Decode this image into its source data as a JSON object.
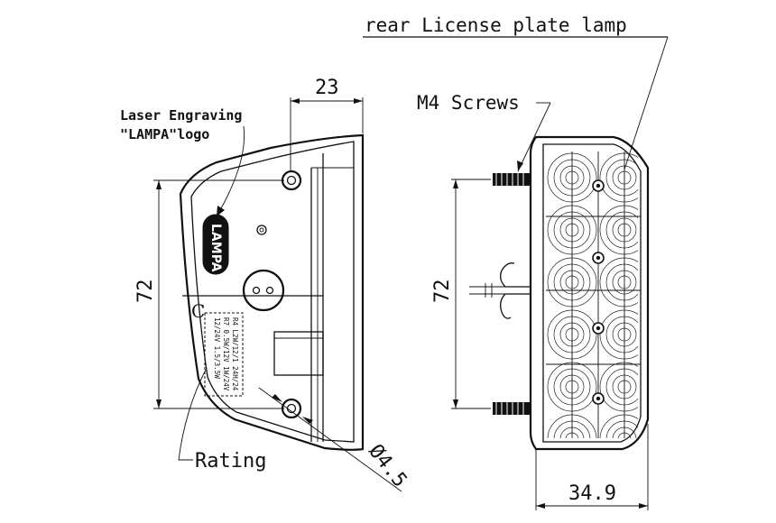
{
  "title": "rear License plate lamp",
  "labels": {
    "screws": "M4 Screws",
    "engraving_line1": "Laser Engraving",
    "engraving_line2": "\"LAMPA\"logo",
    "rating": "Rating",
    "c_mark": "C",
    "logo_text": "LAMPA"
  },
  "dimensions": {
    "depth": "23",
    "height_left": "72",
    "height_right": "72",
    "hole": "Ø4.5",
    "width": "34.9"
  },
  "rating_plate": [
    "R4  L2W/12/1 24H/24",
    "R7  0.5W/12V 1W/24V",
    "12/24V  1.5/3.5W"
  ]
}
